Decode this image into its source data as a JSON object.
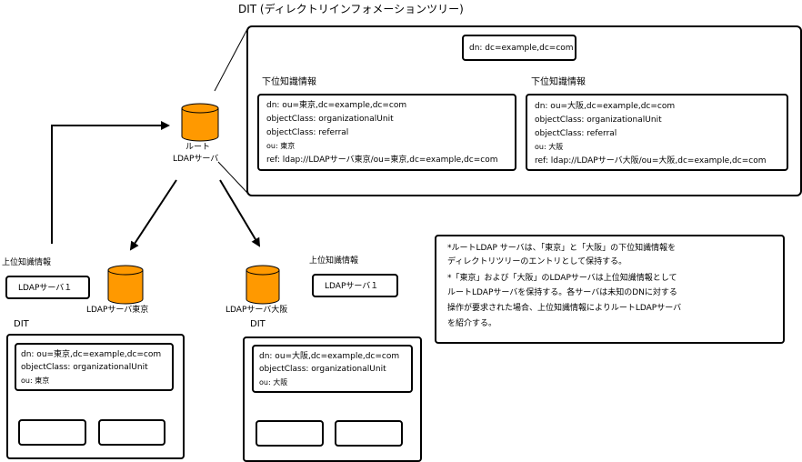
{
  "dit_title": "DIT (ディレクトリインフォメーションツリー)",
  "root_entry": "dn: dc=example,dc=com",
  "tokyo_ref": {
    "heading": "下位知識情報",
    "lines": [
      "dn: ou=東京,dc=example,dc=com",
      "objectClass: organizationalUnit",
      "objectClass: referral",
      "ou: 東京",
      "ref: ldap://LDAPサーバ東京/ou=東京,dc=example,dc=com"
    ]
  },
  "osaka_ref": {
    "heading": "下位知識情報",
    "lines": [
      "dn: ou=大阪,dc=example,dc=com",
      "objectClass: organizationalUnit",
      "objectClass: referral",
      "ou: 大阪",
      "ref: ldap://LDAPサーバ大阪/ou=大阪,dc=example,dc=com"
    ]
  },
  "root_server": {
    "line1": "ルート",
    "line2": "LDAPサーバ"
  },
  "tokyo_server": {
    "name": "LDAPサーバ東京",
    "upper_heading": "上位知識情報",
    "upper_value": "LDAPサーバ１",
    "dit_label": "DIT",
    "entry": [
      "dn: ou=東京,dc=example,dc=com",
      "objectClass: organizationalUnit",
      "ou: 東京"
    ]
  },
  "osaka_server": {
    "name": "LDAPサーバ大阪",
    "upper_heading": "上位知識情報",
    "upper_value": "LDAPサーバ１",
    "dit_label": "DIT",
    "entry": [
      "dn: ou=大阪,dc=example,dc=com",
      "objectClass: organizationalUnit",
      "ou: 大阪"
    ]
  },
  "notes": [
    "*ルートLDAP サーバは、「東京」と「大阪」の下位知識情報を",
    "  ディレクトリツリーのエントリとして保持する。",
    "*「東京」および「大阪」のLDAPサーバは上位知識情報として",
    "  ルートLDAPサーバを保持する。各サーバは未知のDNに対する",
    "  操作が要求された場合、上位知識情報によりルートLDAPサーバ",
    "  を紹介する。"
  ],
  "colors": {
    "cylinder": "#ff9900",
    "line": "#000000"
  }
}
